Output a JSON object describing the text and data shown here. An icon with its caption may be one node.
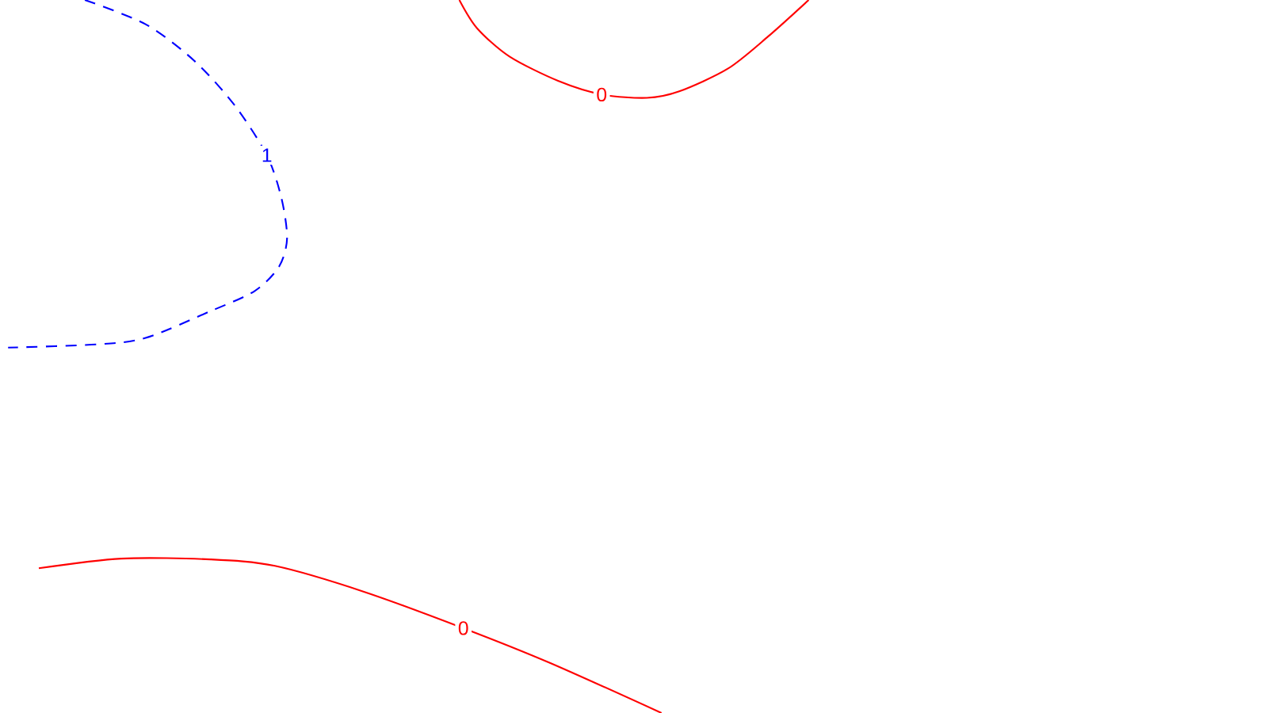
{
  "diagram": {
    "labels": [
      "0",
      "1",
      "0"
    ]
  }
}
